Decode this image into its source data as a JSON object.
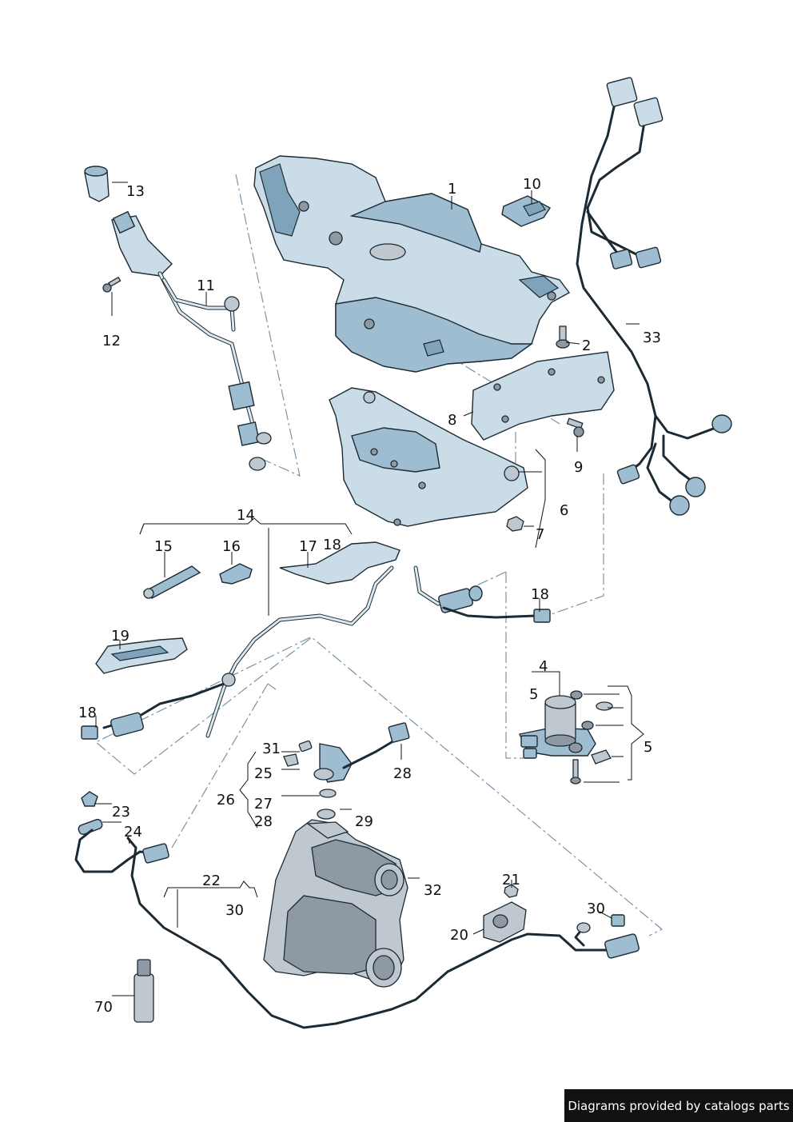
{
  "diagram": {
    "callouts": {
      "c1": "1",
      "c2": "2",
      "c4": "4",
      "c5a": "5",
      "c5b": "5",
      "c6": "6",
      "c7": "7",
      "c8": "8",
      "c9": "9",
      "c10": "10",
      "c11": "11",
      "c12": "12",
      "c13": "13",
      "c14": "14",
      "c15": "15",
      "c16": "16",
      "c17": "17",
      "c18a": "18",
      "c18b": "18",
      "c18c": "18",
      "c19": "19",
      "c20": "20",
      "c21": "21",
      "c22": "22",
      "c23": "23",
      "c24": "24",
      "c25": "25",
      "c26": "26",
      "c27": "27",
      "c28a": "28",
      "c28b": "28",
      "c29": "29",
      "c30a": "30",
      "c30b": "30",
      "c31": "31",
      "c32": "32",
      "c33": "33",
      "c70": "70"
    }
  },
  "footer": {
    "text": "Diagrams provided by catalogs parts"
  },
  "colors": {
    "part_fill": "#c9dce8",
    "part_shade": "#9fbdd0",
    "outline": "#1c2a33",
    "dash_line": "#7a93a6",
    "footer_bg": "#111111"
  }
}
